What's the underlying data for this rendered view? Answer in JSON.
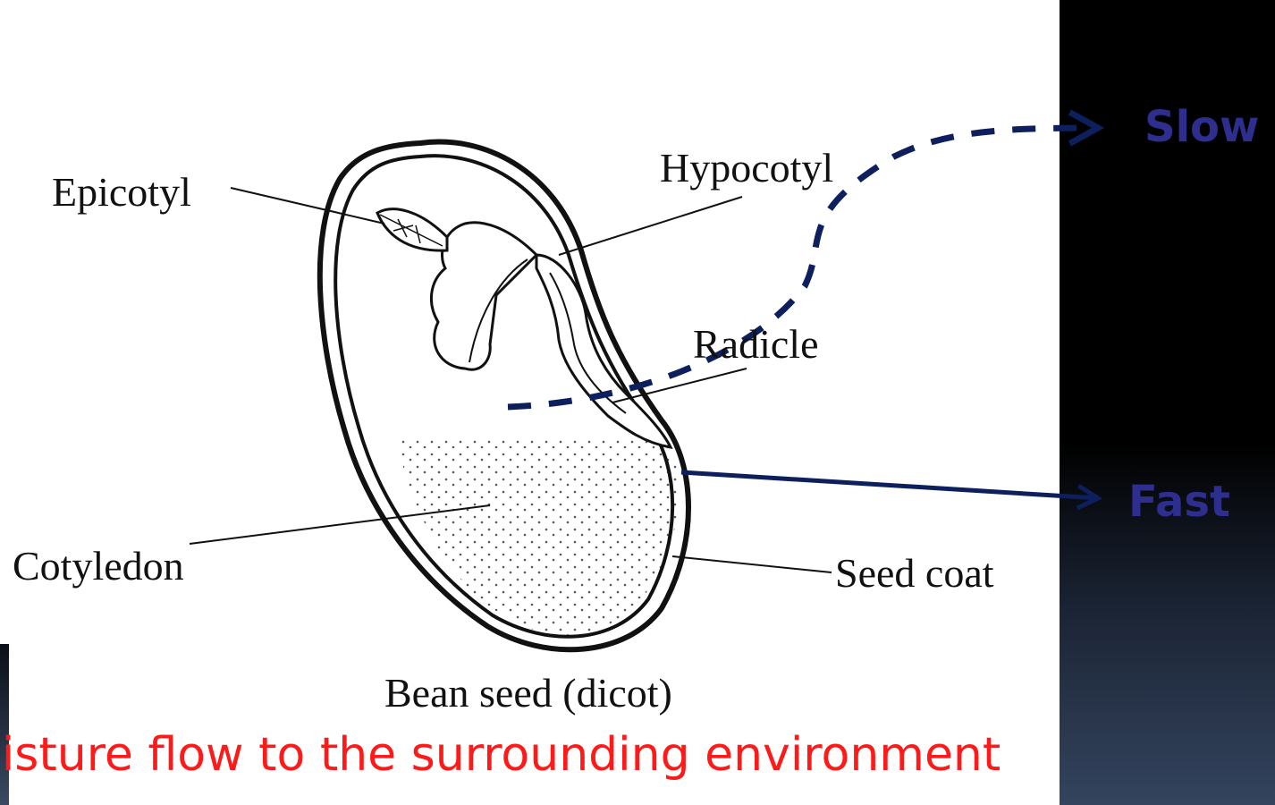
{
  "diagram": {
    "labels": {
      "epicotyl": "Epicotyl",
      "hypocotyl": "Hypocotyl",
      "radicle": "Radicle",
      "cotyledon": "Cotyledon",
      "seed_coat": "Seed coat",
      "figure_caption": "Bean seed (dicot)"
    },
    "flow_labels": {
      "slow": "Slow",
      "fast": "Fast"
    },
    "bottom_text": "oisture flow to the surrounding environment",
    "colors": {
      "flow_arrows": "#0d1f5c",
      "flow_labels": "#2e2e8f",
      "bottom_text": "#ff1a1a"
    }
  }
}
